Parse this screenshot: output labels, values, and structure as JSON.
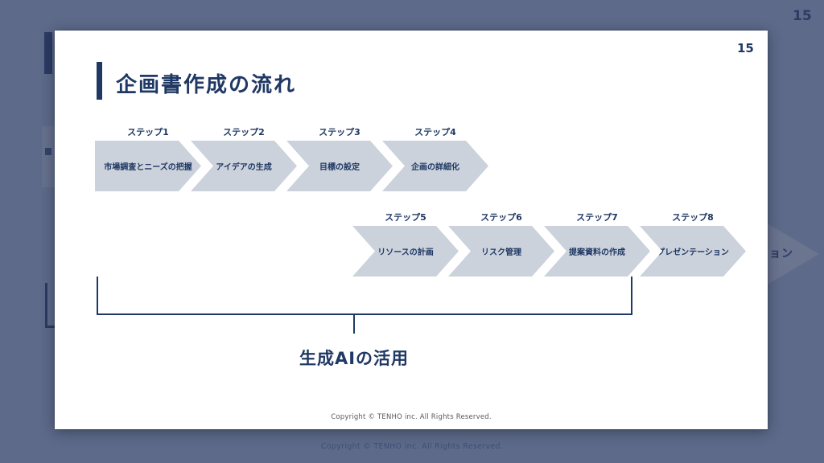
{
  "viewer": {
    "page_number": "15",
    "copyright": "Copyright © TENHO inc. All Rights Reserved.",
    "clipped_right_chevron_text": "ョン"
  },
  "slide": {
    "page_number": "15",
    "title": "企画書作成の流れ",
    "steps": [
      {
        "label": "ステップ1",
        "text": "市場調査とニーズの把握"
      },
      {
        "label": "ステップ2",
        "text": "アイデアの生成"
      },
      {
        "label": "ステップ3",
        "text": "目標の設定"
      },
      {
        "label": "ステップ4",
        "text": "企画の詳細化"
      },
      {
        "label": "ステップ5",
        "text": "リソースの計画"
      },
      {
        "label": "ステップ6",
        "text": "リスク管理"
      },
      {
        "label": "ステップ7",
        "text": "提案資料の作成"
      },
      {
        "label": "ステップ8",
        "text": "プレゼンテーション"
      }
    ],
    "annotation": "生成AIの活用",
    "copyright": "Copyright © TENHO inc. All Rights Reserved."
  },
  "colors": {
    "viewer_background": "#5d6a89",
    "slide_background": "#ffffff",
    "accent_navy": "#1f3864",
    "chevron_fill": "#ccd2db",
    "dimmed_navy": "#2b3b62"
  }
}
